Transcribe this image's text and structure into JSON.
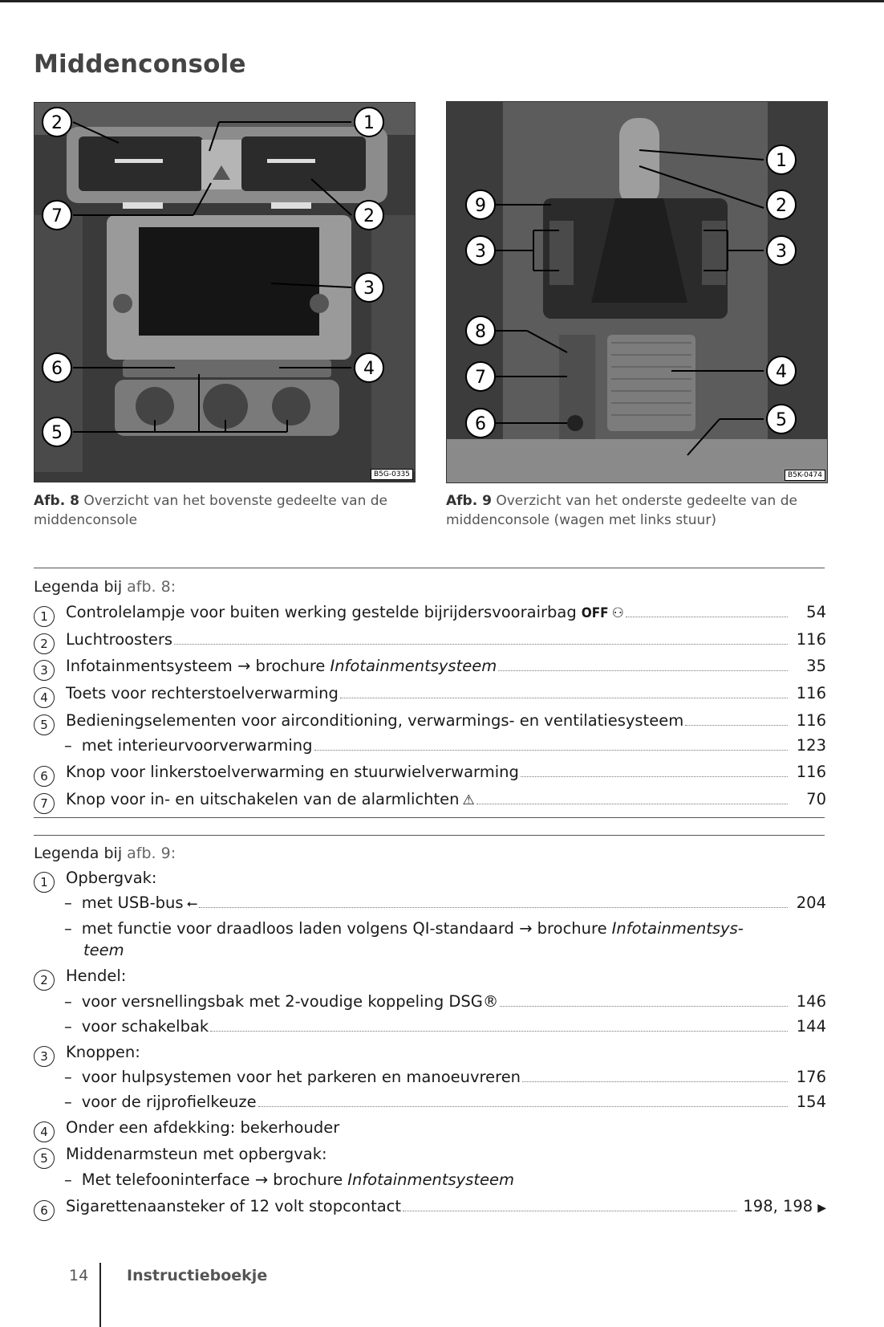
{
  "title": "Middenconsole",
  "fig8": {
    "code": "B5G-0335",
    "callouts": [
      "2",
      "1",
      "7",
      "2",
      "3",
      "6",
      "4",
      "5"
    ]
  },
  "fig9": {
    "code": "B5K-0474",
    "callouts": [
      "1",
      "2",
      "9",
      "3",
      "3",
      "8",
      "4",
      "7",
      "5",
      "6"
    ]
  },
  "caption8": {
    "label": "Afb. 8",
    "text": "Overzicht van het bovenste gedeelte van de middenconsole"
  },
  "caption9": {
    "label": "Afb. 9",
    "text": "Overzicht van het onderste gedeelte van de middenconsole (wagen met links stuur)"
  },
  "legend8": {
    "title": "Legenda bij",
    "ref": "afb. 8:",
    "items": [
      {
        "num": "1",
        "text": "Controlelampje voor buiten werking gestelde bijrijdersvoorairbag",
        "badge": "OFF",
        "page": "54"
      },
      {
        "num": "2",
        "text": "Luchtroosters",
        "page": "116"
      },
      {
        "num": "3",
        "text": "Infotainmentsysteem → brochure",
        "ital": "Infotainmentsysteem",
        "page": "35"
      },
      {
        "num": "4",
        "text": "Toets voor rechterstoelverwarming",
        "page": "116"
      },
      {
        "num": "5",
        "text": "Bedieningselementen voor airconditioning, verwarmings- en ventilatiesysteem",
        "page": "116"
      },
      {
        "sub": "met interieurvoorverwarming",
        "page": "123"
      },
      {
        "num": "6",
        "text": "Knop voor linkerstoelverwarming en stuurwielverwarming",
        "page": "116"
      },
      {
        "num": "7",
        "text": "Knop voor in- en uitschakelen van de alarmlichten",
        "page": "70"
      }
    ]
  },
  "legend9": {
    "title": "Legenda bij",
    "ref": "afb. 9:",
    "item1": "Opbergvak:",
    "item1_sub1": "met USB-bus",
    "item1_sub1_page": "204",
    "item1_sub2": "met functie voor draadloos laden volgens QI-standaard → brochure",
    "item1_sub2_ital": "Infotainmentsys-",
    "item1_sub2_wrap": "teem",
    "item2": "Hendel:",
    "item2_sub1": "voor versnellingsbak met 2-voudige koppeling DSG®",
    "item2_sub1_page": "146",
    "item2_sub2": "voor schakelbak",
    "item2_sub2_page": "144",
    "item3": "Knoppen:",
    "item3_sub1": "voor hulpsystemen voor het parkeren en manoeuvreren",
    "item3_sub1_page": "176",
    "item3_sub2": "voor de rijprofielkeuze",
    "item3_sub2_page": "154",
    "item4": "Onder een afdekking: bekerhouder",
    "item5": "Middenarmsteun met opbergvak:",
    "item5_sub1": "Met telefooninterface → brochure",
    "item5_sub1_ital": "Infotainmentsysteem",
    "item6": "Sigarettenaansteker of 12 volt stopcontact",
    "item6_page": "198, 198"
  },
  "footer": {
    "page": "14",
    "name": "Instructieboekje"
  }
}
